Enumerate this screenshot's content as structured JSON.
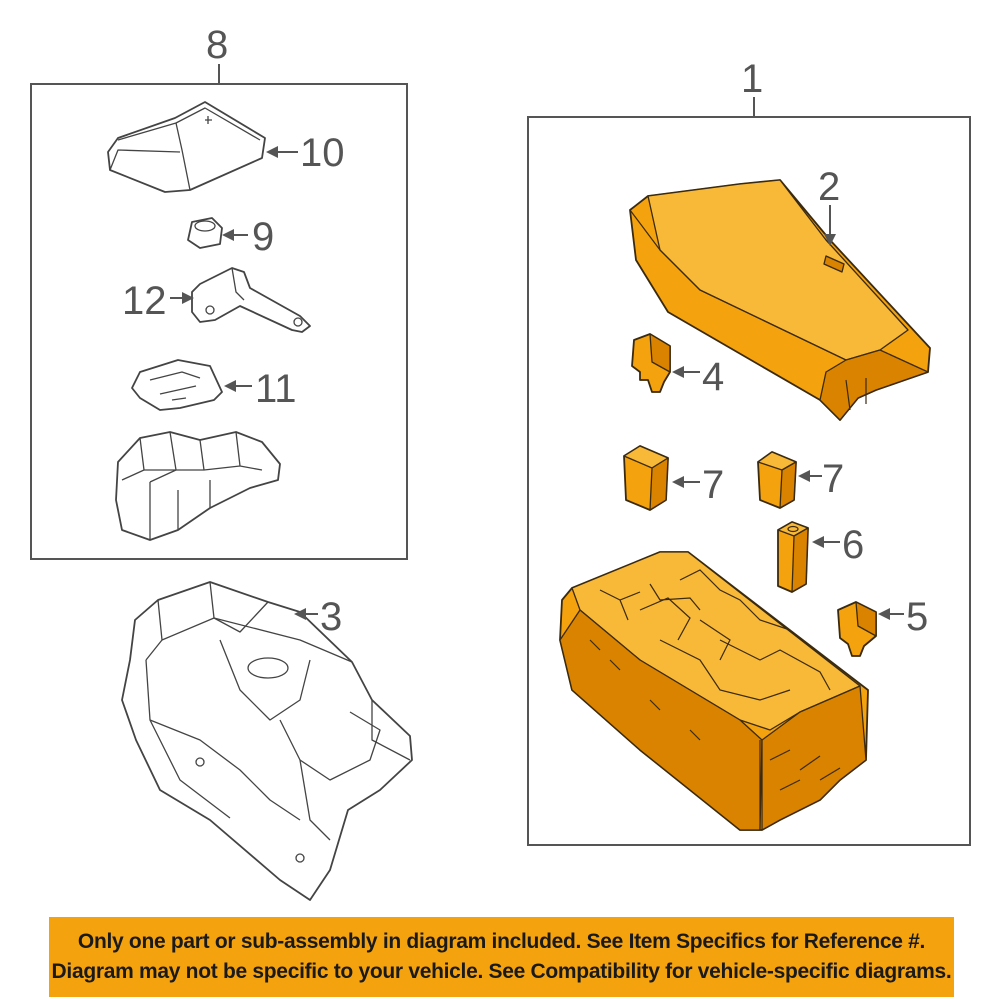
{
  "callouts": {
    "c1": "1",
    "c2": "2",
    "c3": "3",
    "c4": "4",
    "c5": "5",
    "c6": "6",
    "c7a": "7",
    "c7b": "7",
    "c8": "8",
    "c9": "9",
    "c10": "10",
    "c11": "11",
    "c12": "12"
  },
  "footer": {
    "line1": "Only one part or sub-assembly in diagram included. See Item Specifics for Reference #.",
    "line2": "Diagram may not be specific to your vehicle. See Compatibility for vehicle-specific diagrams."
  },
  "colors": {
    "highlight": "#f5a20f",
    "line": "#555555",
    "background": "#ffffff"
  }
}
